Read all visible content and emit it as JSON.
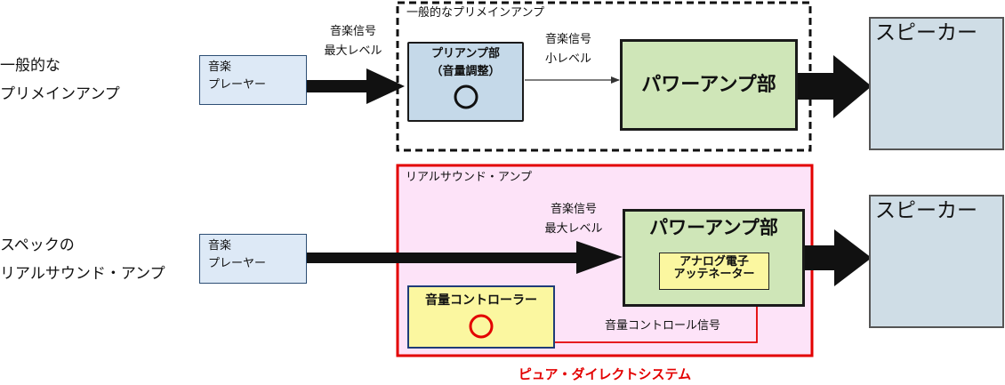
{
  "top": {
    "row_label_line1": "一般的な",
    "row_label_line2": "プリメインアンプ",
    "player_line1": "音楽",
    "player_line2": "プレーヤー",
    "signal_max_line1": "音楽信号",
    "signal_max_line2": "最大レベル",
    "box_title": "一般的なプリメインアンプ",
    "preamp_line1": "プリアンプ部",
    "preamp_line2": "（音量調整）",
    "signal_small_line1": "音楽信号",
    "signal_small_line2": "小レベル",
    "power_amp": "パワーアンプ部",
    "speaker": "スピーカー"
  },
  "bottom": {
    "row_label_line1": "スペックの",
    "row_label_line2": "リアルサウンド・アンプ",
    "player_line1": "音楽",
    "player_line2": "プレーヤー",
    "box_title": "リアルサウンド・アンプ",
    "signal_max_line1": "音楽信号",
    "signal_max_line2": "最大レベル",
    "power_amp": "パワーアンプ部",
    "attenuator_line1": "アナログ電子",
    "attenuator_line2": "アッテネーター",
    "volume_controller": "音量コントローラー",
    "volume_signal": "音量コントロール信号",
    "speaker": "スピーカー"
  },
  "footer": "ピュア・ダイレクトシステム",
  "colors": {
    "player_fill": "#dde9f6",
    "preamp_fill": "#c5d9e9",
    "power_fill": "#cfe6b8",
    "speaker_fill": "#cfdde6",
    "real_box_fill": "#fde3f8",
    "real_box_border": "#e30000",
    "attenuator_fill": "#fbf7a0",
    "accent_red": "#e30000"
  }
}
